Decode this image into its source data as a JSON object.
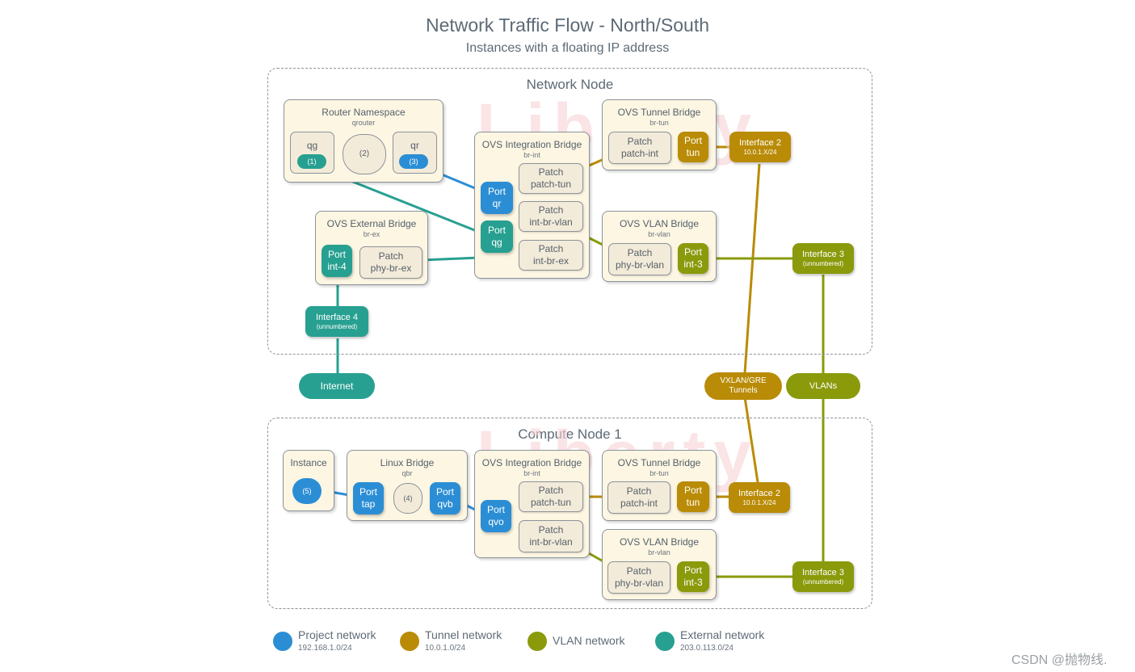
{
  "header": {
    "title": "Network Traffic Flow - North/South",
    "subtitle": "Instances with a floating IP address"
  },
  "watermark": "Liberty",
  "colors": {
    "project": "#2b8ed5",
    "tunnel": "#b98b06",
    "vlan": "#8a9a0b",
    "external": "#27a091",
    "box_bg": "#fdf6e3"
  },
  "network_node": {
    "title": "Network Node",
    "router": {
      "title": "Router Namespace",
      "sub": "qrouter",
      "qg_label": "qg",
      "qg_port": "(1)",
      "cloud": "(2)",
      "qr_label": "qr",
      "qr_port": "(3)"
    },
    "integration": {
      "title": "OVS Integration Bridge",
      "sub": "br-int",
      "patch_tun": [
        "Patch",
        "patch-tun"
      ],
      "patch_vlan": [
        "Patch",
        "int-br-vlan"
      ],
      "patch_ex": [
        "Patch",
        "int-br-ex"
      ],
      "port_qr": [
        "Port",
        "qr"
      ],
      "port_qg": [
        "Port",
        "qg"
      ]
    },
    "tunnel": {
      "title": "OVS Tunnel Bridge",
      "sub": "br-tun",
      "patch": [
        "Patch",
        "patch-int"
      ],
      "port": [
        "Port",
        "tun"
      ]
    },
    "vlan": {
      "title": "OVS VLAN Bridge",
      "sub": "br-vlan",
      "patch": [
        "Patch",
        "phy-br-vlan"
      ],
      "port": [
        "Port",
        "int-3"
      ]
    },
    "external": {
      "title": "OVS External Bridge",
      "sub": "br-ex",
      "port": [
        "Port",
        "int-4"
      ],
      "patch": [
        "Patch",
        "phy-br-ex"
      ]
    },
    "iface2": [
      "Interface 2",
      "10.0.1.X/24"
    ],
    "iface3": [
      "Interface 3",
      "(unnumbered)"
    ],
    "iface4": [
      "Interface 4",
      "(unnumbered)"
    ]
  },
  "clouds": {
    "internet": "Internet",
    "tunnels": [
      "VXLAN/GRE",
      "Tunnels"
    ],
    "vlans": "VLANs"
  },
  "compute_node": {
    "title": "Compute Node 1",
    "instance": {
      "title": "Instance",
      "port": "(5)"
    },
    "linux_bridge": {
      "title": "Linux Bridge",
      "sub": "qbr",
      "port_tap": [
        "Port",
        "tap"
      ],
      "cloud": "(4)",
      "port_qvb": [
        "Port",
        "qvb"
      ]
    },
    "integration": {
      "title": "OVS Integration Bridge",
      "sub": "br-int",
      "patch_tun": [
        "Patch",
        "patch-tun"
      ],
      "patch_vlan": [
        "Patch",
        "int-br-vlan"
      ],
      "port_qvo": [
        "Port",
        "qvo"
      ]
    },
    "tunnel": {
      "title": "OVS Tunnel Bridge",
      "sub": "br-tun",
      "patch": [
        "Patch",
        "patch-int"
      ],
      "port": [
        "Port",
        "tun"
      ]
    },
    "vlan": {
      "title": "OVS VLAN Bridge",
      "sub": "br-vlan",
      "patch": [
        "Patch",
        "phy-br-vlan"
      ],
      "port": [
        "Port",
        "int-3"
      ]
    },
    "iface2": [
      "Interface 2",
      "10.0.1.X/24"
    ],
    "iface3": [
      "Interface 3",
      "(unnumbered)"
    ]
  },
  "legend": [
    {
      "label": "Project network",
      "sub": "192.168.1.0/24",
      "color": "#2b8ed5"
    },
    {
      "label": "Tunnel network",
      "sub": "10.0.1.0/24",
      "color": "#b98b06"
    },
    {
      "label": "VLAN network",
      "sub": "",
      "color": "#8a9a0b"
    },
    {
      "label": "External network",
      "sub": "203.0.113.0/24",
      "color": "#27a091"
    }
  ],
  "footer": "CSDN @抛物线."
}
